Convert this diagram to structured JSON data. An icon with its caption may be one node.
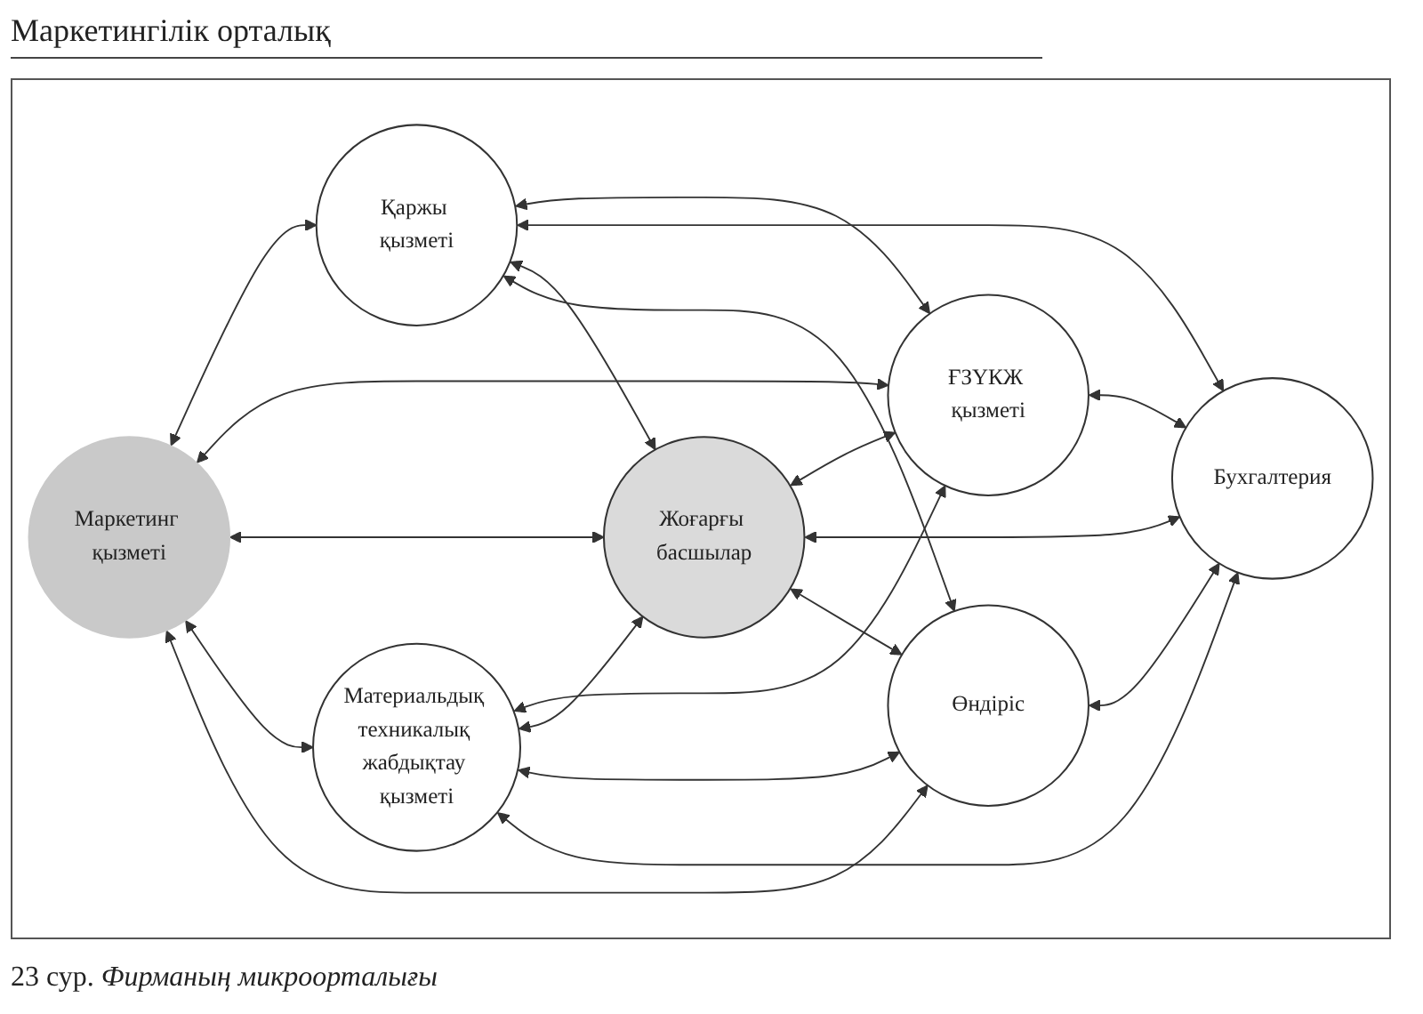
{
  "diagram": {
    "title": "Маркетингілік орталық",
    "caption": "23 сур. *Фирманың микроорталығы*",
    "nodes": [
      {
        "text": [
          "Қаржы қызметі"
        ]
      },
      {
        "text": [
          "ҒЗҮКЖ қызметі"
        ]
      },
      {
        "text": [
          "Маркетинг қызметі"
        ]
      },
      {
        "text": [
          "Жоғарғы басшылар"
        ]
      },
      {
        "text": [
          "Бухгалтерия"
        ]
      },
      {
        "text": [
          "Өндіріс"
        ]
      },
      {
        "text": [
          "Материальдық техникалық жабдықтау қызметі"
        ]
      }
    ],
    "edges": [
      {
        "from": 0,
        "to": 1,
        "arrow": "both"
      },
      {
        "from": 0,
        "to": 4,
        "arrow": "both"
      },
      {
        "from": 0,
        "to": 3,
        "arrow": "both"
      },
      {
        "from": 0,
        "to": 5,
        "arrow": "both"
      },
      {
        "from": 2,
        "to": 0,
        "arrow": "both"
      },
      {
        "from": 2,
        "to": 1,
        "arrow": "both"
      },
      {
        "from": 3,
        "to": 1,
        "arrow": "both"
      },
      {
        "from": 6,
        "to": 1,
        "arrow": "both"
      },
      {
        "from": 1,
        "to": 4,
        "arrow": "both"
      },
      {
        "from": 2,
        "to": 3,
        "arrow": "both"
      },
      {
        "from": 3,
        "to": 4,
        "arrow": "both"
      },
      {
        "from": 2,
        "to": 6,
        "arrow": "both"
      },
      {
        "from": 2,
        "to": 5,
        "arrow": "both"
      },
      {
        "from": 3,
        "to": 5,
        "arrow": "both"
      },
      {
        "from": 5,
        "to": 4,
        "arrow": "both"
      },
      {
        "from": 6,
        "to": 3,
        "arrow": "both"
      },
      {
        "from": 6,
        "to": 5,
        "arrow": "both"
      },
      {
        "from": 6,
        "to": 4,
        "arrow": "both"
      }
    ]
  }
}
